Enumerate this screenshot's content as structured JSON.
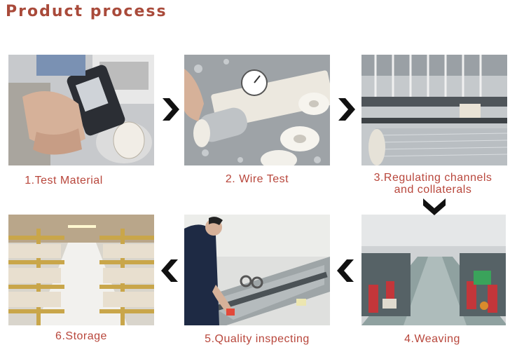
{
  "title": "Product process",
  "steps": [
    {
      "label": "1.Test Material"
    },
    {
      "label": "2. Wire Test"
    },
    {
      "label_line1": "3.Regulating channels",
      "label_line2": "and collaterals"
    },
    {
      "label": "4.Weaving"
    },
    {
      "label": "5.Quality inspecting"
    },
    {
      "label": "6.Storage"
    }
  ],
  "colors": {
    "caption": "#b8463b",
    "title": "#a94a3a",
    "arrow": "#111111"
  },
  "icons": {
    "flow_arrow": "chevron-icon"
  }
}
